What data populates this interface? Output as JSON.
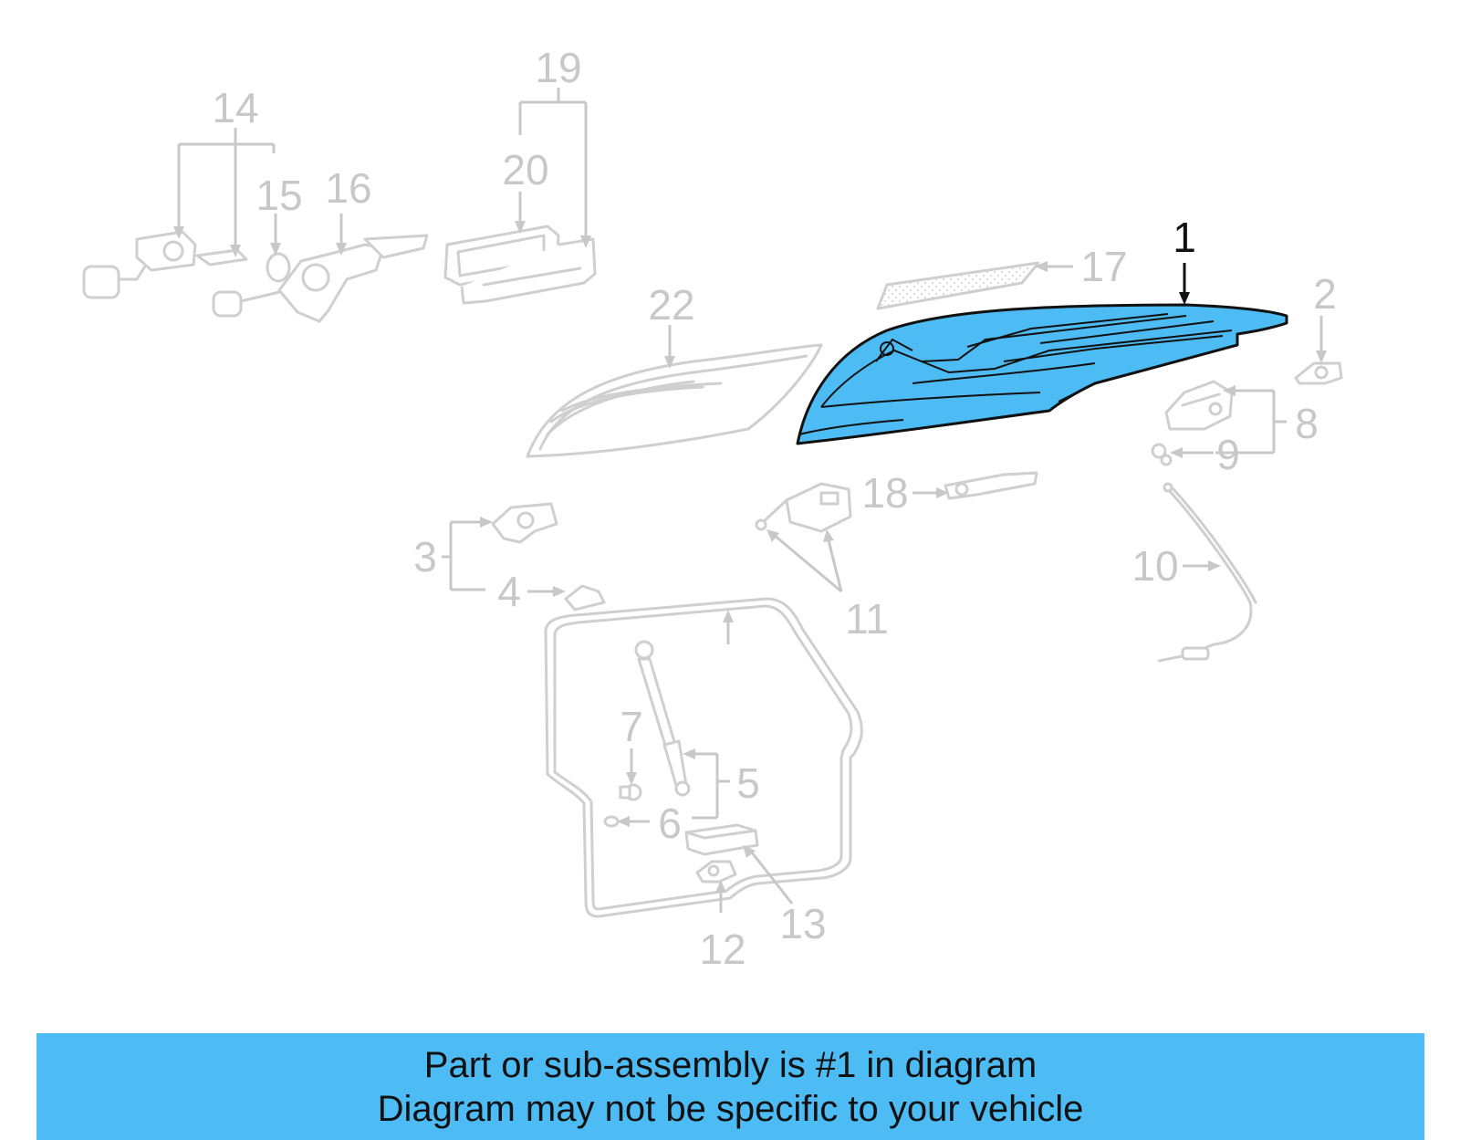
{
  "diagram": {
    "highlight_color": "#4dbcf4",
    "ghost_color": "#cfcfcf",
    "callouts": {
      "c1": "1",
      "c2": "2",
      "c3": "3",
      "c4": "4",
      "c5": "5",
      "c6": "6",
      "c7": "7",
      "c8": "8",
      "c9": "9",
      "c10": "10",
      "c11": "11",
      "c12": "12",
      "c13": "13",
      "c14": "14",
      "c15": "15",
      "c16": "16",
      "c17": "17",
      "c18": "18",
      "c19": "19",
      "c20": "20",
      "c22": "22"
    }
  },
  "banner": {
    "line1": "Part or sub-assembly is #1 in diagram",
    "line2": "Diagram may not be specific to your vehicle"
  }
}
